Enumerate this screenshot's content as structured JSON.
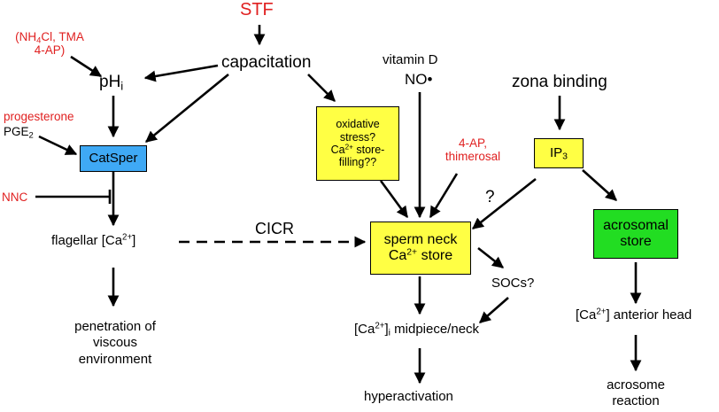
{
  "nodes": {
    "stf": "STF",
    "modulators_ph": {
      "line1_pre": "(NH",
      "line1_sub": "4",
      "line1_post": "Cl, TMA",
      "line2": "4-AP)"
    },
    "phi": {
      "base": "pH",
      "sub": "i"
    },
    "capacitation": "capacitation",
    "vitamin_d": "vitamin D",
    "no": "NO•",
    "zona_binding": "zona binding",
    "progesterone": "progesterone",
    "pge2": {
      "base": "PGE",
      "sub": "2"
    },
    "catsper": "CatSper",
    "oxidative_stress": {
      "line1": "oxidative",
      "line2": "stress?",
      "line3_pre": "Ca",
      "line3_sup": "2+",
      "line3_post": " store-",
      "line4": "filling??"
    },
    "ap_thimerosal": {
      "line1": "4-AP,",
      "line2": "thimerosal"
    },
    "ip3": {
      "base": "IP",
      "sub": "3"
    },
    "question": "?",
    "nnc": "NNC",
    "flagellar": {
      "pre": "flagellar [Ca",
      "sup": "2+",
      "post": "]"
    },
    "cicr": "CICR",
    "sperm_neck_store": {
      "line1": "sperm neck",
      "line2_pre": "Ca",
      "line2_sup": "2+",
      "line2_post": " store"
    },
    "acrosomal_store": {
      "line1": "acrosomal",
      "line2": "store"
    },
    "socs": "SOCs?",
    "penetration": {
      "line1": "penetration of",
      "line2": "viscous",
      "line3": "environment"
    },
    "midpiece": {
      "pre": "[Ca",
      "sup": "2+",
      "mid": "]",
      "sub": "i",
      "post": " midpiece/neck"
    },
    "anterior_head": {
      "pre": "[Ca",
      "sup": "2+",
      "post": "] anterior head"
    },
    "hyperactivation": "hyperactivation",
    "acrosome_reaction": {
      "line1": "acrosome",
      "line2": "reaction"
    }
  },
  "colors": {
    "modulator_text": "#e02020",
    "store_box": "#ffff44",
    "catsper_box": "#3fa9f5",
    "acrosomal_box": "#22dd22",
    "arrow": "#000000"
  }
}
